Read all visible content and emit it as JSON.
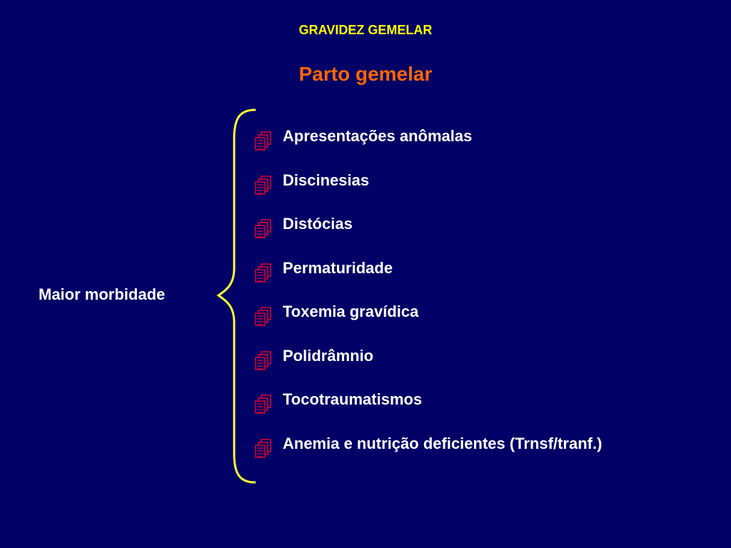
{
  "colors": {
    "background": "#000066",
    "top_title": "#ffff00",
    "subtitle": "#ff6600",
    "text": "#ffffff",
    "brace": "#ffff33",
    "bullet": "#cc0033"
  },
  "header": {
    "title": "GRAVIDEZ GEMELAR",
    "subtitle": "Parto gemelar"
  },
  "side_label": "Maior morbidade",
  "bullet_icon": "stacked-documents-icon",
  "items": [
    {
      "label": "Apresentações anômalas"
    },
    {
      "label": "Discinesias"
    },
    {
      "label": "Distócias"
    },
    {
      "label": "Permaturidade"
    },
    {
      "label": "Toxemia gravídica"
    },
    {
      "label": "Polidrâmnio"
    },
    {
      "label": "Tocotraumatismos"
    },
    {
      "label": "Anemia e nutrição deficientes (Trnsf/tranf.)"
    }
  ]
}
